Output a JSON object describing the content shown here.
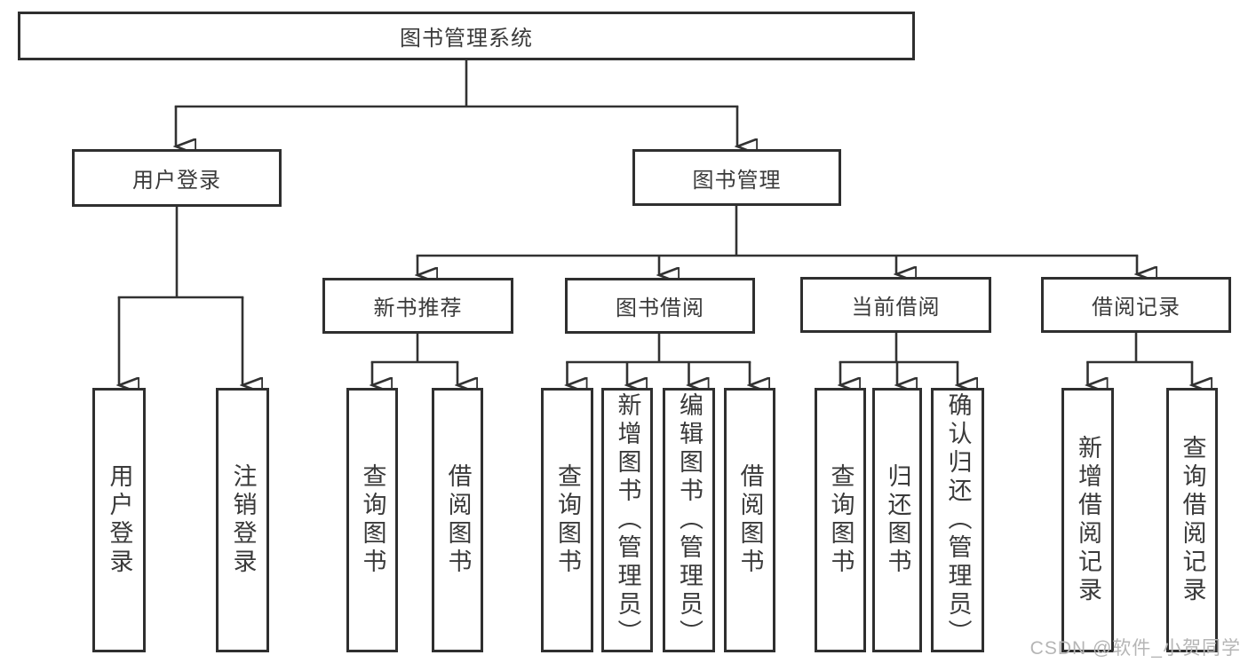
{
  "diagram": {
    "title": "图书管理系统",
    "root": {
      "label": "图书管理系统"
    },
    "level2": [
      {
        "label": "用户登录"
      },
      {
        "label": "图书管理"
      }
    ],
    "level3": [
      {
        "label": "新书推荐"
      },
      {
        "label": "图书借阅"
      },
      {
        "label": "当前借阅"
      },
      {
        "label": "借阅记录"
      }
    ],
    "leaves": [
      {
        "label": "用户登录"
      },
      {
        "label": "注销登录"
      },
      {
        "label": "查询图书"
      },
      {
        "label": "借阅图书"
      },
      {
        "label": "查询图书"
      },
      {
        "label": "新增图书（管理员）"
      },
      {
        "label": "编辑图书（管理员）"
      },
      {
        "label": "借阅图书"
      },
      {
        "label": "查询图书"
      },
      {
        "label": "归还图书"
      },
      {
        "label": "确认归还（管理员）"
      },
      {
        "label": "新增借阅记录"
      },
      {
        "label": "查询借阅记录"
      }
    ]
  },
  "watermark": {
    "text": "CSDN @软件_小贺同学"
  },
  "colors": {
    "line": "#323232",
    "border": "#2f2f2f",
    "text": "#3a3a3a",
    "watermark": "#b5b5b5",
    "background": "#ffffff"
  }
}
